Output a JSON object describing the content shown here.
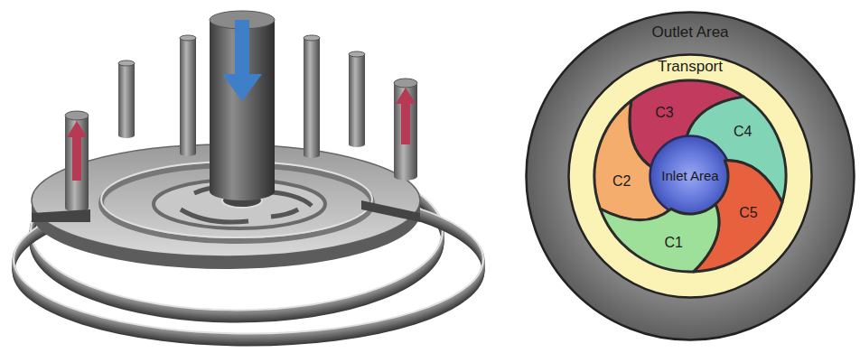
{
  "diagram": {
    "nodes": [
      {
        "text": [
          "Outlet Area"
        ]
      },
      {
        "text": [
          "Transport"
        ],
        "in": 0
      },
      {
        "text": [
          "C3"
        ],
        "in": 1
      },
      {
        "text": [
          "C4"
        ],
        "in": 1
      },
      {
        "text": [
          "C2"
        ],
        "in": 1
      },
      {
        "text": [
          "Inlet Area"
        ],
        "in": 1
      },
      {
        "text": [
          "C5"
        ],
        "in": 1
      },
      {
        "text": [
          "C1"
        ],
        "in": 1
      }
    ]
  }
}
